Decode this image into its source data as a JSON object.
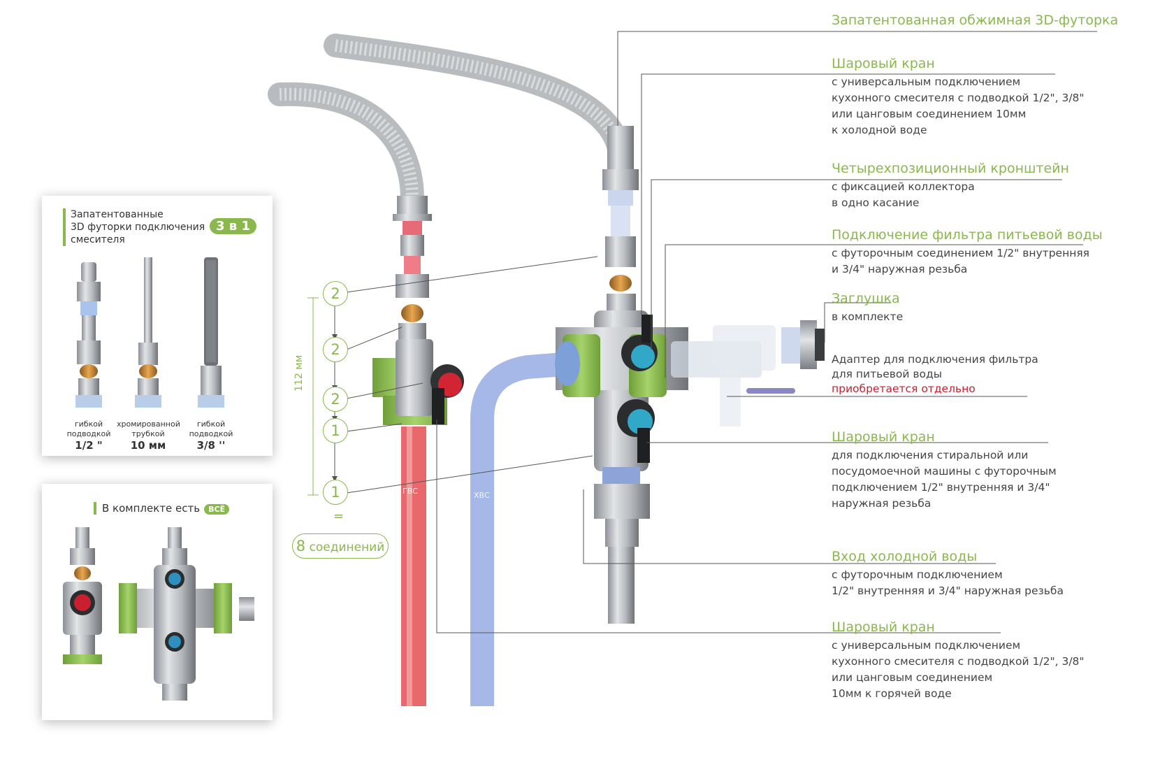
{
  "colors": {
    "accent": "#8ab84c",
    "hot_pipe": "#e8686c",
    "cold_pipe": "#a6b8e8",
    "warning_text": "#c8202e"
  },
  "callouts": [
    {
      "title": "Запатентованная обжимная 3D-футорка",
      "lines": []
    },
    {
      "title": "Шаровый кран",
      "lines": [
        "с универсальным подключением",
        "кухонного смесителя с подводкой 1/2\", 3/8\"",
        "или цанговым соединением 10мм",
        "к холодной воде"
      ]
    },
    {
      "title": "Четырехпозиционный кронштейн",
      "lines": [
        "с фиксацией коллектора",
        "в одно касание"
      ]
    },
    {
      "title": "Подключение фильтра питьевой воды",
      "lines": [
        "с футорочным соединением 1/2\" внутренняя",
        "и 3/4\" наружная резьба"
      ]
    },
    {
      "title": "Заглушка",
      "lines": [
        "в комплекте"
      ]
    },
    {
      "title": "Шаровый кран",
      "lines": [
        "для подключения стиральной или",
        "посудомоечной машины с футорочным",
        "подключением 1/2\" внутренняя и 3/4\"",
        "наружная резьба"
      ]
    },
    {
      "title": "Вход холодной воды",
      "lines": [
        "с футорочным подключением",
        "1/2\" внутренняя и 3/4\" наружная резьба"
      ]
    },
    {
      "title": "Шаровый кран",
      "lines": [
        "с универсальным подключением",
        "кухонного смесителя с подводкой 1/2\", 3/8\"",
        "или цанговым соединением",
        "10мм к горячей воде"
      ]
    }
  ],
  "adapter_note": {
    "lines": [
      "Адаптер для подключения фильтра",
      "для питьевой воды"
    ],
    "warning": "приобретается отдельно"
  },
  "card_fittings": {
    "title_lines": [
      "Запатентованные",
      "3D футорки подключения",
      "смесителя"
    ],
    "badge": "3 в 1",
    "variants": [
      {
        "line1": "гибкой",
        "line2": "подводкой",
        "size": "1/2 \""
      },
      {
        "line1": "хромированной",
        "line2": "трубкой",
        "size": "10 мм"
      },
      {
        "line1": "гибкой",
        "line2": "подводкой",
        "size": "3/8 ''"
      }
    ]
  },
  "card_kit": {
    "title": "В комплекте есть",
    "badge": "ВСЁ"
  },
  "connections": {
    "markers": [
      "2",
      "2",
      "2",
      "1",
      "1"
    ],
    "dimension": "112 мм",
    "equals": "=",
    "total_number": "8",
    "total_word": "соединений"
  },
  "pipes": {
    "hot": "ГВС",
    "cold": "ХВС"
  }
}
